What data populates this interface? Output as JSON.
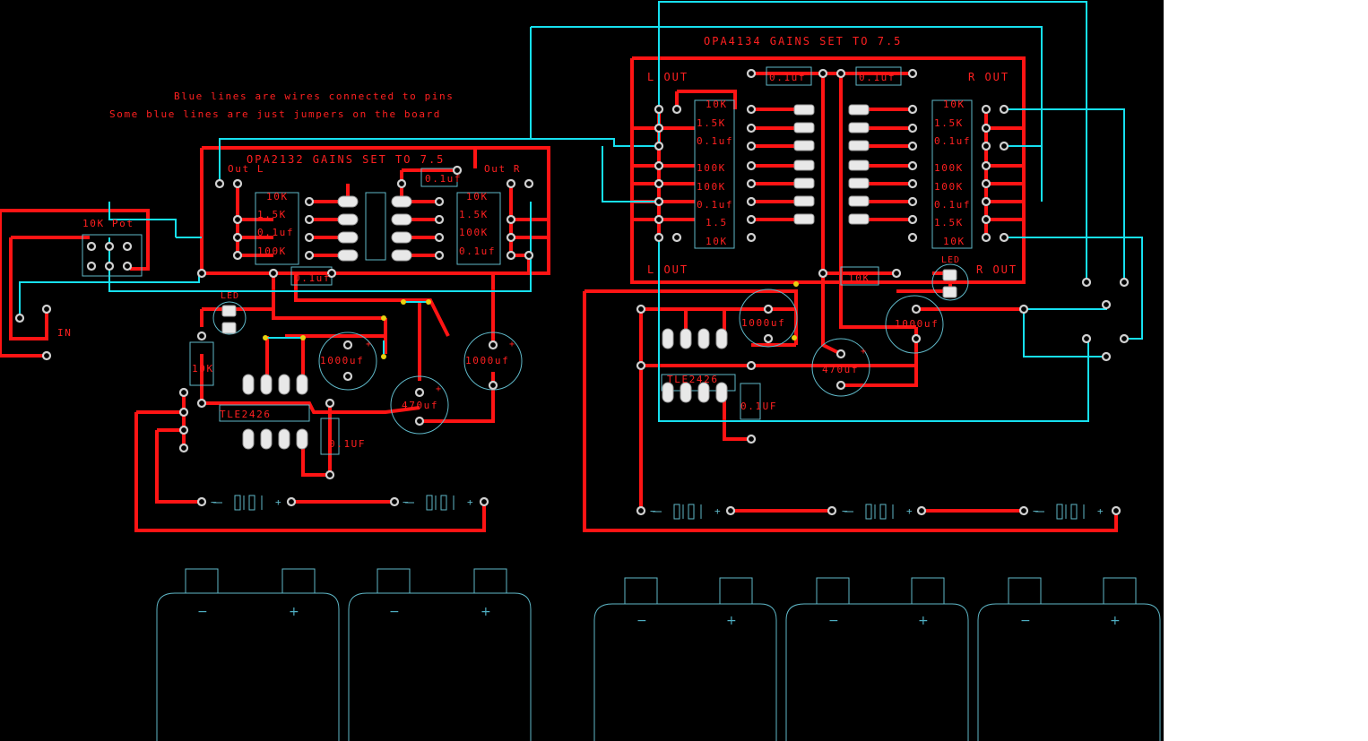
{
  "colors": {
    "background": "#000000",
    "trace": "#ff1414",
    "wire": "#16e0f0",
    "silkscreen": "#5fb8c8",
    "text": "#ff2020",
    "pad": "#d0d0d0"
  },
  "notes": {
    "line1": "Blue lines are wires connected to pins",
    "line2": "Some blue lines are just jumpers on the board"
  },
  "left_board": {
    "title": "OPA2132 GAINS SET TO 7.5",
    "out_l": "Out L",
    "out_r": "Out R",
    "pot": "10K Pot",
    "input": "IN",
    "led": "LED",
    "resistor_led": "10K",
    "reg": "TLE2426",
    "reg_cap": "0.1UF",
    "cap_a": "1000uf",
    "cap_b": "1000uf",
    "cap_c": "470uf",
    "top_cap": "0.1uf",
    "bottom_cap": "0.1uf",
    "left_parts": [
      "10K",
      "1.5K",
      "0.1uf",
      "100K"
    ],
    "right_parts": [
      "10K",
      "1.5K",
      "100K",
      "0.1uf"
    ]
  },
  "right_board": {
    "title": "OPA4134    GAINS SET TO 7.5",
    "l_out_top": "L OUT",
    "r_out_top": "R OUT",
    "l_out_bottom": "L OUT",
    "r_out_bottom": "R OUT",
    "top_cap_1": "0.1uf",
    "top_cap_2": "0.1uf",
    "left_parts": [
      "10K",
      "1.5K",
      "0.1uf",
      "100K",
      "100K",
      "0.1uf",
      "1.5",
      "10K"
    ],
    "right_parts": [
      "10K",
      "1.5K",
      "0.1uf",
      "100K",
      "100K",
      "0.1uf",
      "1.5K",
      "10K"
    ],
    "led": "LED",
    "resistor_led": "10K",
    "cap_a": "1000uf",
    "cap_b": "1000uf",
    "cap_c": "470uf",
    "reg": "TLE2426",
    "reg_cap": "0.1UF"
  },
  "polarity": {
    "minus": "−",
    "plus": "+"
  },
  "battery_signs": {
    "minus": "−",
    "plus": "+"
  }
}
